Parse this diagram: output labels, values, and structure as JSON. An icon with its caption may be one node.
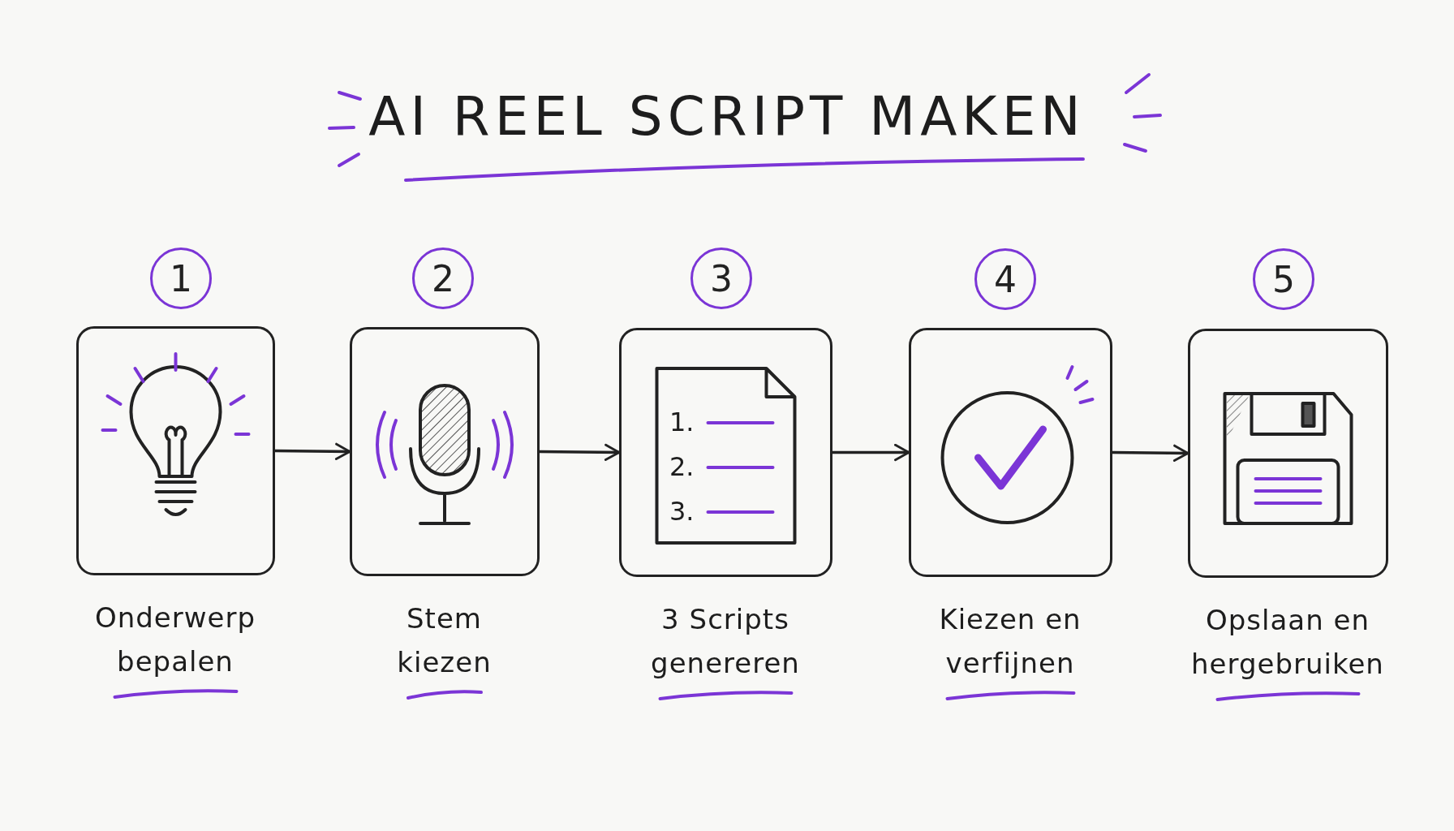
{
  "diagram": {
    "title": "AI REEL SCRIPT MAKEN",
    "nodes": [
      {
        "text": [
          "1"
        ]
      },
      {
        "text": [
          "Onderwerp bepalen"
        ]
      },
      {
        "text": [
          "2"
        ]
      },
      {
        "text": [
          "Stem kiezen"
        ]
      },
      {
        "text": [
          "3"
        ]
      },
      {
        "text": [
          "3 Scripts genereren"
        ]
      },
      {
        "text": [
          "4"
        ]
      },
      {
        "text": [
          "Kiezen en verfijnen"
        ]
      },
      {
        "text": [
          "5"
        ]
      },
      {
        "text": [
          "Opslaan en hergebruiken"
        ]
      }
    ],
    "edges": [
      {
        "from": 1,
        "to": 3,
        "arrow": "to"
      },
      {
        "from": 3,
        "to": 5,
        "arrow": "to"
      },
      {
        "from": 5,
        "to": 7,
        "arrow": "to"
      },
      {
        "from": 7,
        "to": 9,
        "arrow": "to"
      }
    ],
    "labels": [
      "1.",
      "2.",
      "3."
    ]
  }
}
